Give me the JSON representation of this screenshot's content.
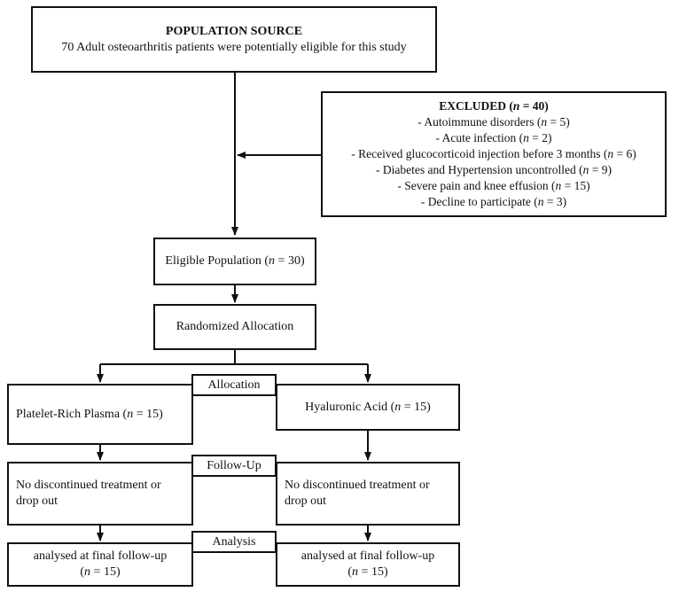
{
  "population": {
    "title": "POPULATION SOURCE",
    "text": "70 Adult osteoarthritis patients were potentially eligible for this study"
  },
  "excluded": {
    "title_prefix": "EXCLUDED (",
    "title_n": "n",
    "title_suffix": " = 40)",
    "items": [
      {
        "text": "- Autoimmune disorders (",
        "n": "n",
        "suffix": " = 5)"
      },
      {
        "text": "- Acute infection (",
        "n": "n",
        "suffix": " = 2)"
      },
      {
        "text": "- Received glucocorticoid injection before 3 months (",
        "n": "n",
        "suffix": " = 6)"
      },
      {
        "text": "- Diabetes and Hypertension uncontrolled (",
        "n": "n",
        "suffix": " = 9)"
      },
      {
        "text": "- Severe pain and knee effusion (",
        "n": "n",
        "suffix": " = 15)"
      },
      {
        "text": "- Decline to participate (",
        "n": "n",
        "suffix": " = 3)"
      }
    ]
  },
  "eligible": {
    "prefix": "Eligible Population (",
    "n": "n",
    "suffix": " = 30)"
  },
  "randomized": {
    "text": "Randomized Allocation"
  },
  "labels": {
    "allocation": "Allocation",
    "followup": "Follow-Up",
    "analysis": "Analysis"
  },
  "left_arm": {
    "allocation": {
      "prefix": "Platelet-Rich Plasma (",
      "n": "n",
      "suffix": " = 15)"
    },
    "followup": {
      "line1": "No discontinued treatment or",
      "line2": "drop out"
    },
    "analysis": {
      "line1": "analysed at final follow-up",
      "prefix": "(",
      "n": "n",
      "suffix": " = 15)"
    }
  },
  "right_arm": {
    "allocation": {
      "prefix": "Hyaluronic Acid (",
      "n": "n",
      "suffix": " = 15)"
    },
    "followup": {
      "line1": "No discontinued treatment or",
      "line2": "drop out"
    },
    "analysis": {
      "line1": "analysed at final follow-up",
      "prefix": "(",
      "n": "n",
      "suffix": " = 15)"
    }
  }
}
